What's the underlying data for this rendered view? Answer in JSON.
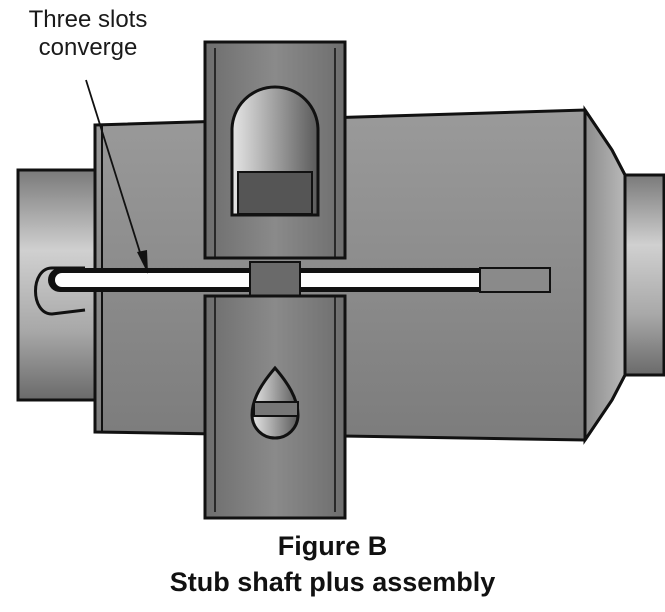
{
  "figure": {
    "callout": {
      "line1": "Three slots",
      "line2": "converge"
    },
    "caption": {
      "title": "Figure B",
      "subtitle": "Stub shaft plus assembly"
    },
    "colors": {
      "outline": "#111111",
      "body": "#8e8e8e",
      "collar": "#7c7c7c",
      "shaft_light": "#c4c4c4",
      "shaft_dark": "#6a6a6a",
      "window": "#5a5a5a",
      "slot": "#ffffff"
    }
  }
}
